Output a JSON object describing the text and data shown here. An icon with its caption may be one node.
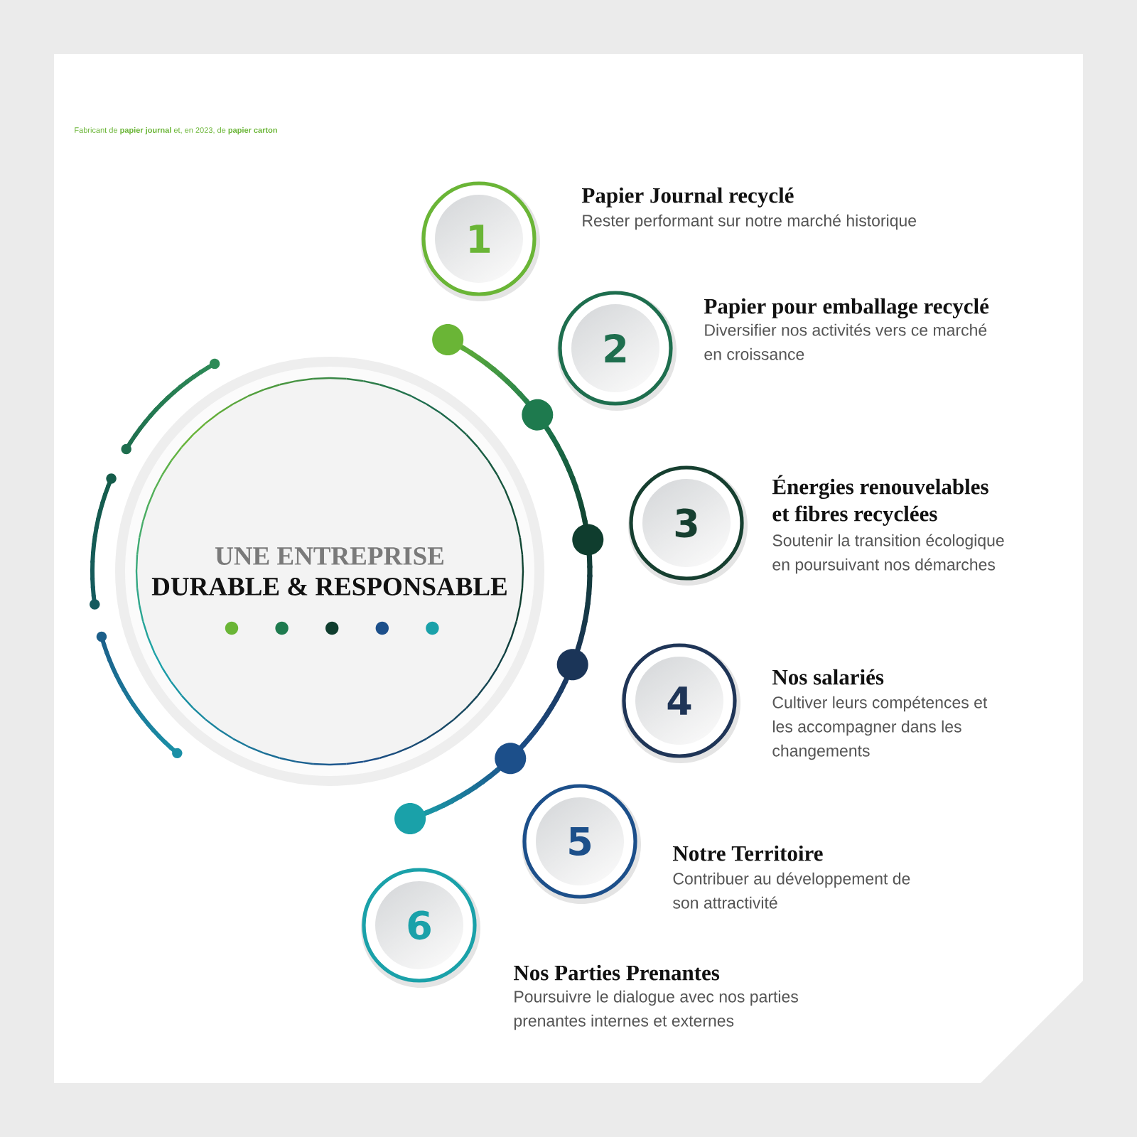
{
  "diagram": {
    "nodes": [
      {
        "text": [
          "UNE ENTREPRISE",
          "DURABLE & RESPONSABLE"
        ]
      },
      {
        "text": [
          "1"
        ],
        "beside": [
          "Papier Journal recyclé",
          "Rester performant sur notre marché historique"
        ]
      },
      {
        "text": [
          "2"
        ],
        "beside": [
          "Papier pour emballage recyclé",
          "Diversifier nos activités vers ce marché en croissance"
        ]
      },
      {
        "text": [
          "3"
        ],
        "beside": [
          "Énergies renouvelables et fibres recyclées",
          "Soutenir la transition écologique en poursuivant nos démarches"
        ]
      },
      {
        "text": [
          "4"
        ],
        "beside": [
          "Nos salariés",
          "Cultiver leurs compétences et les accompagner dans les changements"
        ]
      },
      {
        "text": [
          "5"
        ],
        "beside": [
          "Notre Territoire",
          "Contribuer au développement de son attractivité"
        ]
      },
      {
        "text": [
          "6"
        ],
        "beside": [
          "Nos Parties Prenantes",
          "Poursuivre le dialogue avec nos parties prenantes internes et externes"
        ]
      }
    ],
    "labels": [
      "Fabricant de **papier journal** et, en 2023, de **papier carton**"
    ]
  }
}
